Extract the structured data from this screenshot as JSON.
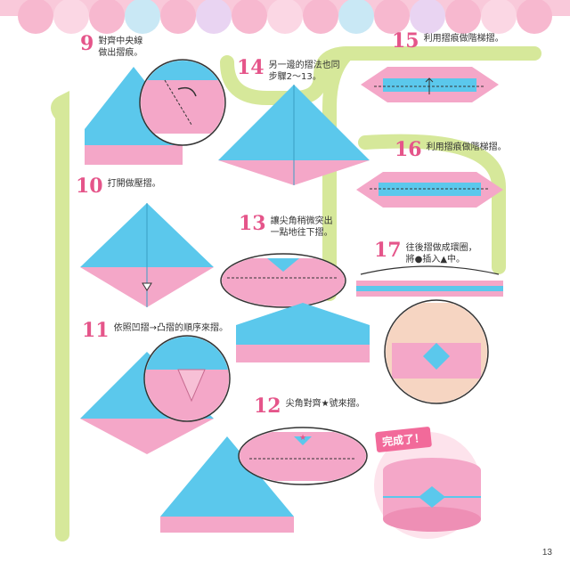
{
  "page_number": "13",
  "completion_label": "完成了！",
  "steps": [
    {
      "num": "9",
      "text": "對齊中央線\n做出摺痕。"
    },
    {
      "num": "10",
      "text": "打開做壓摺。"
    },
    {
      "num": "11",
      "text": "依照凹摺→凸摺的順序來摺。"
    },
    {
      "num": "12",
      "text": "尖角對齊★號來摺。"
    },
    {
      "num": "13",
      "text": "讓尖角稍微突出\n一點地往下摺。"
    },
    {
      "num": "14",
      "text": "另一邊的摺法也同\n步驟2～13。"
    },
    {
      "num": "15",
      "text": "利用摺痕做階梯摺。"
    },
    {
      "num": "16",
      "text": "利用摺痕做階梯摺。"
    },
    {
      "num": "17",
      "text": "往後摺做成環圈，\n將●插入▲中。"
    }
  ],
  "colors": {
    "blue": "#5bc8ec",
    "pink": "#f4a7c8",
    "deep_pink": "#e5558a",
    "path": "#d6e89a"
  },
  "icons": [
    "arrow-icon",
    "star-icon",
    "circle-marker-icon",
    "triangle-marker-icon"
  ]
}
